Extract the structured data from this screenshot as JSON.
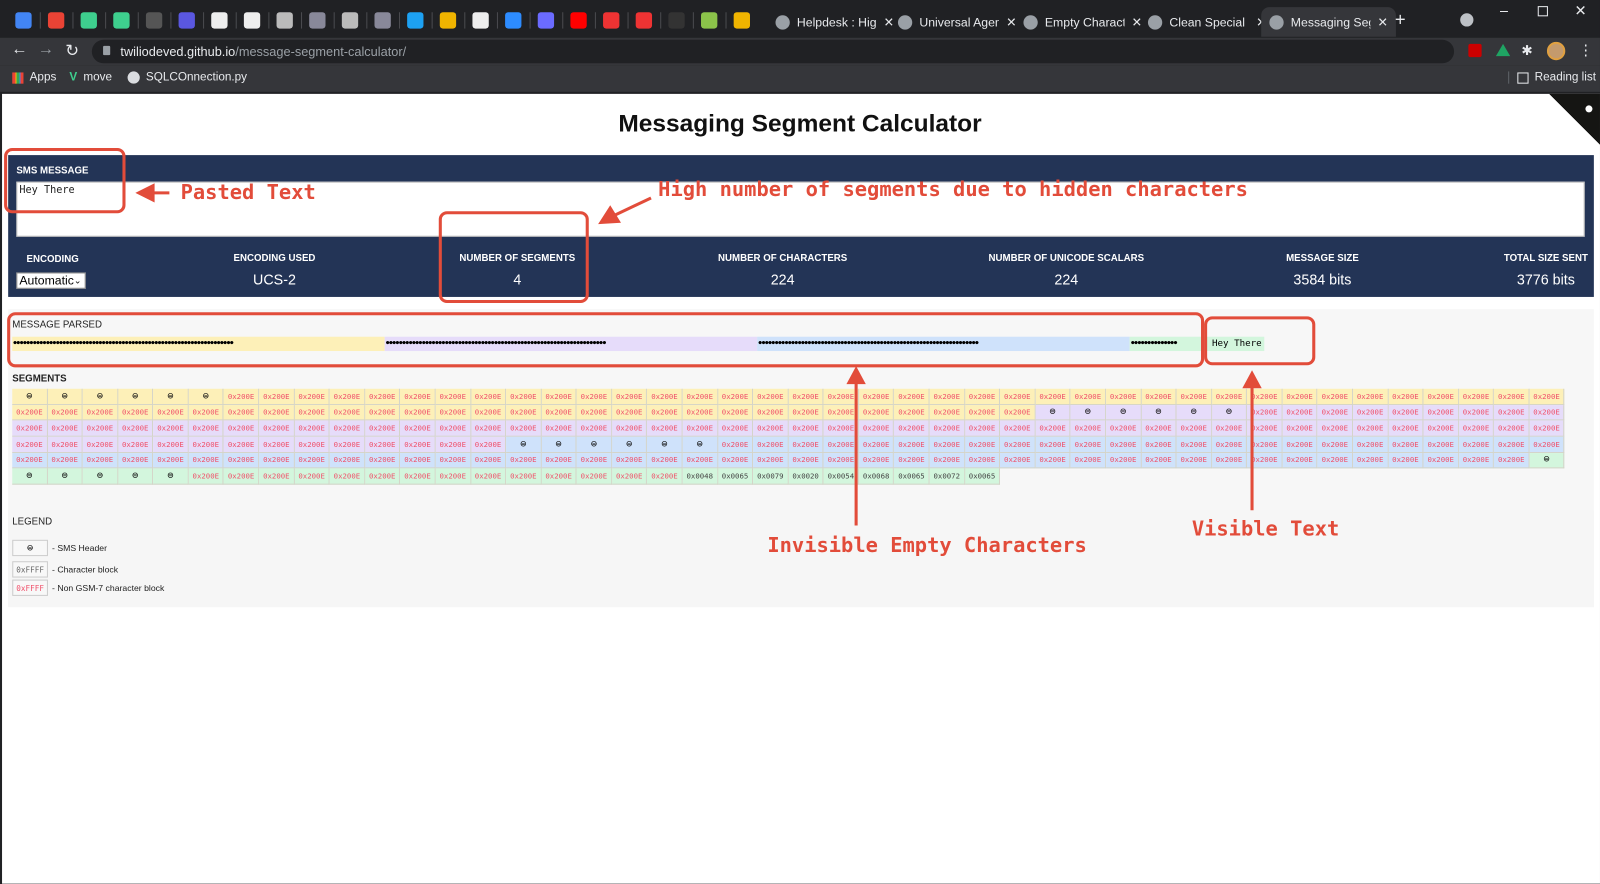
{
  "browser": {
    "pinned_icons": [
      "calendar-icon",
      "gmail-icon",
      "v-icon",
      "v-icon",
      "p-icon",
      "s-icon",
      "doc-icon",
      "doc-icon",
      "globe-icon",
      "image-icon",
      "globe-icon",
      "image-icon",
      "p-circle-icon",
      "chart-icon",
      "chart-icon",
      "zoom-icon",
      "gear-icon",
      "youtube-icon",
      "target-icon",
      "at-icon",
      "circle-icon",
      "leaf-icon",
      "chart-icon"
    ],
    "tabs": [
      {
        "title": "Helpdesk : High",
        "active": false
      },
      {
        "title": "Universal Agenc",
        "active": false
      },
      {
        "title": "Empty Characte",
        "active": false
      },
      {
        "title": "Clean Special C",
        "active": false
      },
      {
        "title": "Messaging Seg",
        "active": true
      }
    ],
    "url_host": "twiliodeved.github.io",
    "url_path": "/message-segment-calculator/",
    "bookmarks": [
      "Apps",
      "move",
      "SQLCOnnection.py"
    ],
    "reading_list": "Reading list"
  },
  "page": {
    "title": "Messaging Segment Calculator",
    "sms_label": "SMS MESSAGE",
    "sms_value": "Hey There",
    "encoding_label": "ENCODING",
    "encoding_value": "Automatic",
    "stats": [
      {
        "label": "ENCODING USED",
        "value": "UCS-2"
      },
      {
        "label": "NUMBER OF SEGMENTS",
        "value": "4"
      },
      {
        "label": "NUMBER OF CHARACTERS",
        "value": "224"
      },
      {
        "label": "NUMBER OF UNICODE SCALARS",
        "value": "224"
      },
      {
        "label": "MESSAGE SIZE",
        "value": "3584 bits"
      },
      {
        "label": "TOTAL SIZE SENT",
        "value": "3776 bits"
      }
    ],
    "parsed_label": "MESSAGE PARSED",
    "parsed_visible_text": "Hey There",
    "segments_label": "SEGMENTS",
    "header_symbol": "⊜",
    "segments": [
      {
        "color": "#fdf0b8",
        "header_count": 6,
        "runs": [
          {
            "value": "0x200E",
            "count": 67,
            "non_gsm": true
          }
        ]
      },
      {
        "color": "#e6dcfa",
        "header_count": 6,
        "runs": [
          {
            "value": "0x200E",
            "count": 67,
            "non_gsm": true
          }
        ]
      },
      {
        "color": "#cfe2fb",
        "header_count": 6,
        "runs": [
          {
            "value": "0x200E",
            "count": 67,
            "non_gsm": true
          }
        ]
      },
      {
        "color": "#d3f6dd",
        "header_count": 6,
        "runs": [
          {
            "value": "0x200E",
            "count": 14,
            "non_gsm": true
          },
          {
            "value": "0x0048",
            "count": 1,
            "non_gsm": false
          },
          {
            "value": "0x0065",
            "count": 1,
            "non_gsm": false
          },
          {
            "value": "0x0079",
            "count": 1,
            "non_gsm": false
          },
          {
            "value": "0x0020",
            "count": 1,
            "non_gsm": false
          },
          {
            "value": "0x0054",
            "count": 1,
            "non_gsm": false
          },
          {
            "value": "0x0068",
            "count": 1,
            "non_gsm": false
          },
          {
            "value": "0x0065",
            "count": 1,
            "non_gsm": false
          },
          {
            "value": "0x0072",
            "count": 1,
            "non_gsm": false
          },
          {
            "value": "0x0065",
            "count": 1,
            "non_gsm": false
          }
        ]
      }
    ],
    "legend": {
      "label": "LEGEND",
      "items": [
        {
          "sample": "⊜",
          "text": "- SMS Header"
        },
        {
          "sample": "0xFFFF",
          "text": "- Character block"
        },
        {
          "sample": "0xFFFF",
          "text": "- Non GSM-7 character block"
        }
      ]
    }
  },
  "annotations": {
    "pasted": "Pasted Text",
    "segments": "High number of segments due to hidden characters",
    "invisible": "Invisible Empty Characters",
    "visible": "Visible Text",
    "color": "#e24c3a"
  }
}
